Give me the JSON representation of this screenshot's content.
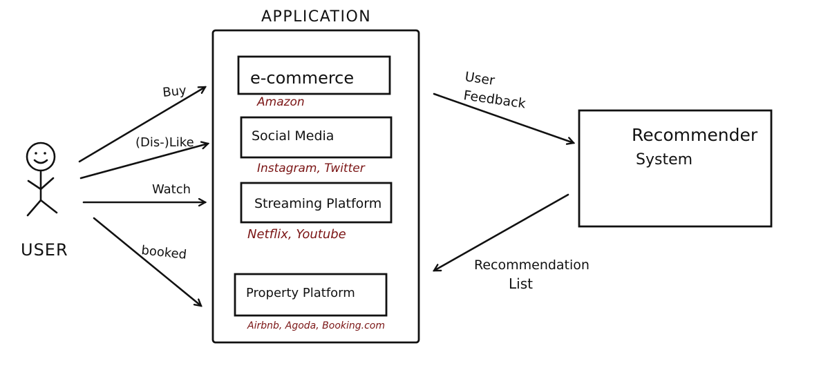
{
  "user": {
    "label": "USER"
  },
  "application": {
    "title": "APPLICATION",
    "categories": [
      {
        "name": "e-commerce",
        "examples": "Amazon"
      },
      {
        "name": "Social Media",
        "examples": "Instagram, Twitter"
      },
      {
        "name": "Streaming Platform",
        "examples": "Netflix, Youtube"
      },
      {
        "name": "Property Platform",
        "examples": "Airbnb, Agoda, Booking.com"
      }
    ]
  },
  "actions": [
    "Buy",
    "(Dis-)Like",
    "Watch",
    "booked"
  ],
  "recommender": {
    "line1": "Recommender",
    "line2": "System"
  },
  "flows": {
    "feedback": {
      "line1": "User",
      "line2": "Feedback"
    },
    "recommendation": {
      "line1": "Recommendation",
      "line2": "List"
    }
  },
  "colors": {
    "ink": "#111111",
    "example_text": "#7a1414"
  }
}
